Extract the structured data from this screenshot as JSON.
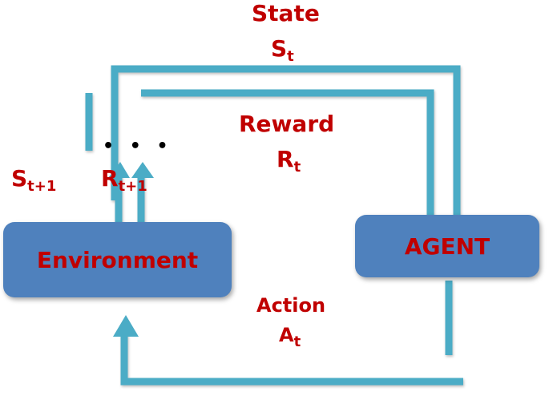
{
  "colors": {
    "arrow": "#4bacc6",
    "box": "#4f81bd",
    "text": "#c00000",
    "dots": "#000000"
  },
  "state": {
    "label": "State",
    "symbol": "S",
    "subscript": "t"
  },
  "reward": {
    "label": "Reward",
    "symbol": "R",
    "subscript": "t"
  },
  "next_state": {
    "symbol": "S",
    "subscript": "t+1"
  },
  "next_reward": {
    "symbol": "R",
    "subscript": "t+1"
  },
  "action": {
    "label": "Action",
    "symbol": "A",
    "subscript": "t"
  },
  "environment": {
    "label": "Environment"
  },
  "agent": {
    "label": "AGENT"
  },
  "separator": "• • •"
}
